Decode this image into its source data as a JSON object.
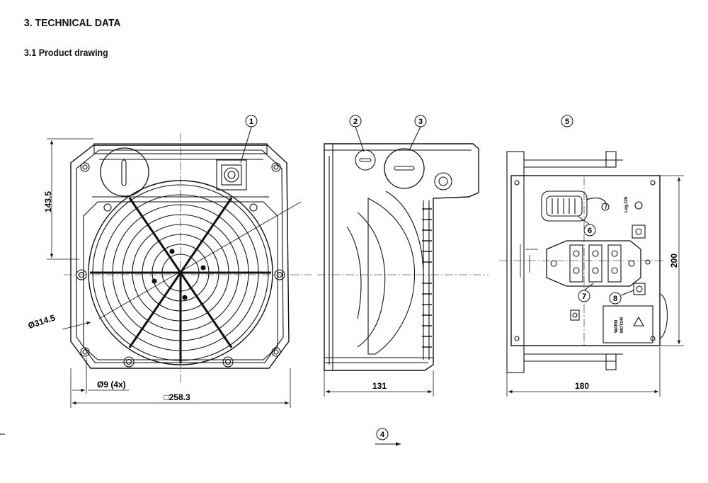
{
  "heading": "3. TECHNICAL DATA",
  "subheading": "3.1 Product drawing",
  "dimensions": {
    "height_front": "143.5",
    "diameter": "Ø314.5",
    "holes": "Ø9 (4x)",
    "square": "□258.3",
    "depth_side": "131",
    "width_box": "180",
    "height_box": "200"
  },
  "callouts": [
    "1",
    "2",
    "3",
    "4",
    "5",
    "6",
    "7",
    "8"
  ],
  "label_texts": {
    "terminal_label": "Leg.226",
    "warning_label_1": "WARN",
    "warning_label_2": "MOTOR"
  },
  "colors": {
    "line": "#111111",
    "paper": "#ffffff"
  }
}
